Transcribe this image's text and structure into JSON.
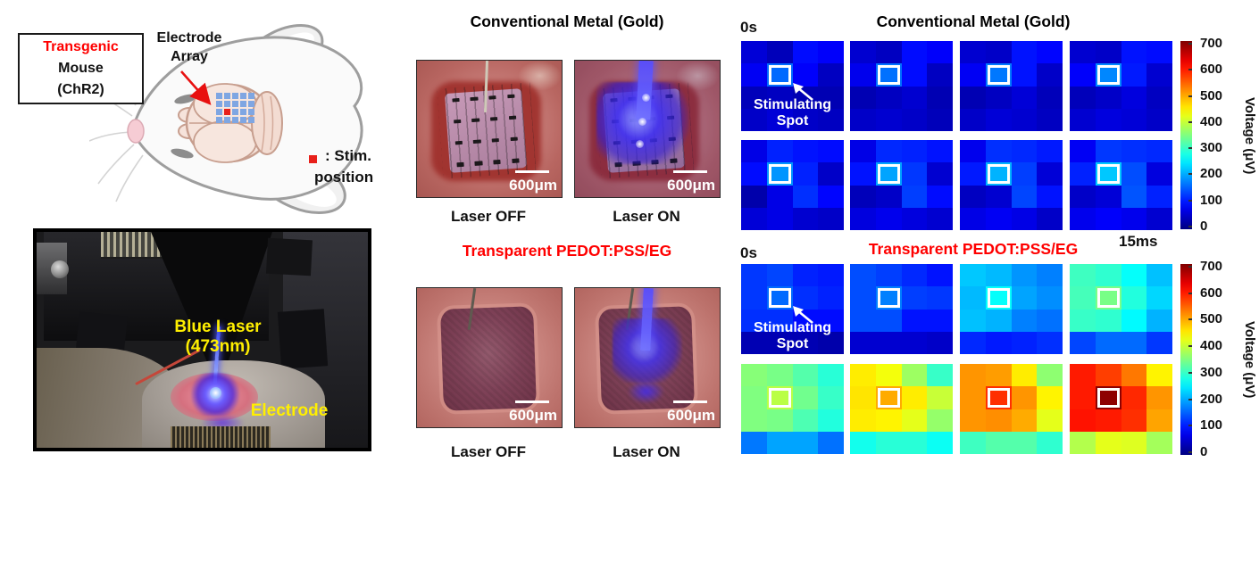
{
  "diagram": {
    "box": {
      "line1": "Transgenic",
      "line2": "Mouse",
      "line3": "(ChR2)",
      "line1_color": "#ff0000"
    },
    "electrode_label_line1": "Electrode",
    "electrode_label_line2": "Array",
    "arrow_color": "#e81010",
    "legend": {
      "marker_color": "#e8201a",
      "line1": ": Stim.",
      "line2": "position"
    },
    "electrode_grid": {
      "rows": 4,
      "cols": 5,
      "cell_color": "#7fa6e2",
      "stim_row": 2,
      "stim_col": 1,
      "stim_color": "#e8201a"
    }
  },
  "photo": {
    "laser_label_line1": "Blue Laser",
    "laser_label_line2": "(473nm)",
    "electrode_label": "Electrode",
    "label_color": "#ffef00"
  },
  "middle": {
    "sections": [
      {
        "title": "Conventional Metal (Gold)",
        "title_color": "#000000",
        "photos": [
          {
            "caption": "Laser OFF",
            "scale_bar": "600μm"
          },
          {
            "caption": "Laser ON",
            "scale_bar": "600μm"
          }
        ]
      },
      {
        "title": "Transparent PEDOT:PSS/EG",
        "title_color": "#ff0000",
        "photos": [
          {
            "caption": "Laser OFF",
            "scale_bar": "600μm"
          },
          {
            "caption": "Laser ON",
            "scale_bar": "600μm"
          }
        ]
      }
    ]
  },
  "chart_data": [
    {
      "type": "heatmap",
      "title": "Conventional Metal (Gold)",
      "title_color": "#000000",
      "start_label": "0s",
      "end_label": "15ms",
      "grid": {
        "rows": 4,
        "cols": 4
      },
      "stim_cell": {
        "row": 1,
        "col": 1
      },
      "stim_label_line1": "Stimulating",
      "stim_label_line2": "Spot",
      "colorbar": {
        "label": "Voltage (μV)",
        "min": 0,
        "max": 700,
        "ticks": [
          700,
          600,
          500,
          400,
          300,
          200,
          100,
          0
        ],
        "colormap": "jet"
      },
      "frames": [
        [
          [
            60,
            40,
            95,
            85
          ],
          [
            80,
            160,
            85,
            45
          ],
          [
            40,
            45,
            35,
            35
          ],
          [
            50,
            60,
            50,
            45
          ]
        ],
        [
          [
            55,
            45,
            95,
            85
          ],
          [
            75,
            165,
            95,
            45
          ],
          [
            35,
            45,
            55,
            35
          ],
          [
            50,
            55,
            50,
            40
          ]
        ],
        [
          [
            55,
            50,
            100,
            90
          ],
          [
            80,
            170,
            100,
            50
          ],
          [
            35,
            45,
            60,
            40
          ],
          [
            50,
            60,
            55,
            45
          ]
        ],
        [
          [
            55,
            50,
            100,
            95
          ],
          [
            85,
            180,
            105,
            55
          ],
          [
            40,
            50,
            65,
            45
          ],
          [
            55,
            65,
            60,
            50
          ]
        ],
        [
          [
            70,
            110,
            100,
            95
          ],
          [
            95,
            190,
            110,
            50
          ],
          [
            30,
            70,
            120,
            90
          ],
          [
            60,
            70,
            55,
            50
          ]
        ],
        [
          [
            70,
            115,
            110,
            100
          ],
          [
            100,
            200,
            125,
            55
          ],
          [
            40,
            50,
            130,
            95
          ],
          [
            65,
            75,
            65,
            55
          ]
        ],
        [
          [
            75,
            120,
            115,
            105
          ],
          [
            105,
            210,
            130,
            60
          ],
          [
            45,
            55,
            135,
            100
          ],
          [
            70,
            80,
            70,
            50
          ]
        ],
        [
          [
            80,
            125,
            120,
            115
          ],
          [
            110,
            225,
            140,
            65
          ],
          [
            50,
            60,
            145,
            110
          ],
          [
            75,
            85,
            75,
            55
          ]
        ]
      ]
    },
    {
      "type": "heatmap",
      "title": "Transparent PEDOT:PSS/EG",
      "title_color": "#ff0000",
      "start_label": "0s",
      "grid": {
        "rows": 4,
        "cols": 4
      },
      "stim_cell": {
        "row": 1,
        "col": 1
      },
      "stim_label_line1": "Stimulating",
      "stim_label_line2": "Spot",
      "colorbar": {
        "label": "Voltage (μV)",
        "min": 0,
        "max": 700,
        "ticks": [
          700,
          600,
          500,
          400,
          300,
          200,
          100,
          0
        ],
        "colormap": "jet"
      },
      "frames": [
        [
          [
            125,
            135,
            110,
            105
          ],
          [
            125,
            160,
            120,
            110
          ],
          [
            120,
            120,
            95,
            95
          ],
          [
            35,
            35,
            35,
            30
          ]
        ],
        [
          [
            140,
            130,
            115,
            100
          ],
          [
            140,
            175,
            130,
            125
          ],
          [
            140,
            140,
            100,
            100
          ],
          [
            55,
            55,
            55,
            50
          ]
        ],
        [
          [
            225,
            215,
            190,
            175
          ],
          [
            215,
            265,
            200,
            185
          ],
          [
            220,
            210,
            175,
            165
          ],
          [
            115,
            105,
            110,
            120
          ]
        ],
        [
          [
            305,
            295,
            265,
            220
          ],
          [
            310,
            345,
            285,
            235
          ],
          [
            300,
            295,
            260,
            210
          ],
          [
            135,
            160,
            160,
            125
          ]
        ],
        [
          [
            355,
            345,
            320,
            290
          ],
          [
            350,
            390,
            340,
            300
          ],
          [
            350,
            345,
            315,
            285
          ],
          [
            170,
            200,
            200,
            165
          ]
        ],
        [
          [
            450,
            430,
            370,
            300
          ],
          [
            455,
            495,
            450,
            400
          ],
          [
            450,
            445,
            420,
            365
          ],
          [
            275,
            290,
            290,
            270
          ]
        ],
        [
          [
            510,
            505,
            450,
            360
          ],
          [
            510,
            580,
            510,
            445
          ],
          [
            510,
            515,
            495,
            420
          ],
          [
            305,
            320,
            320,
            295
          ]
        ],
        [
          [
            595,
            570,
            530,
            445
          ],
          [
            595,
            690,
            585,
            510
          ],
          [
            600,
            595,
            580,
            500
          ],
          [
            385,
            420,
            415,
            375
          ]
        ]
      ]
    }
  ]
}
